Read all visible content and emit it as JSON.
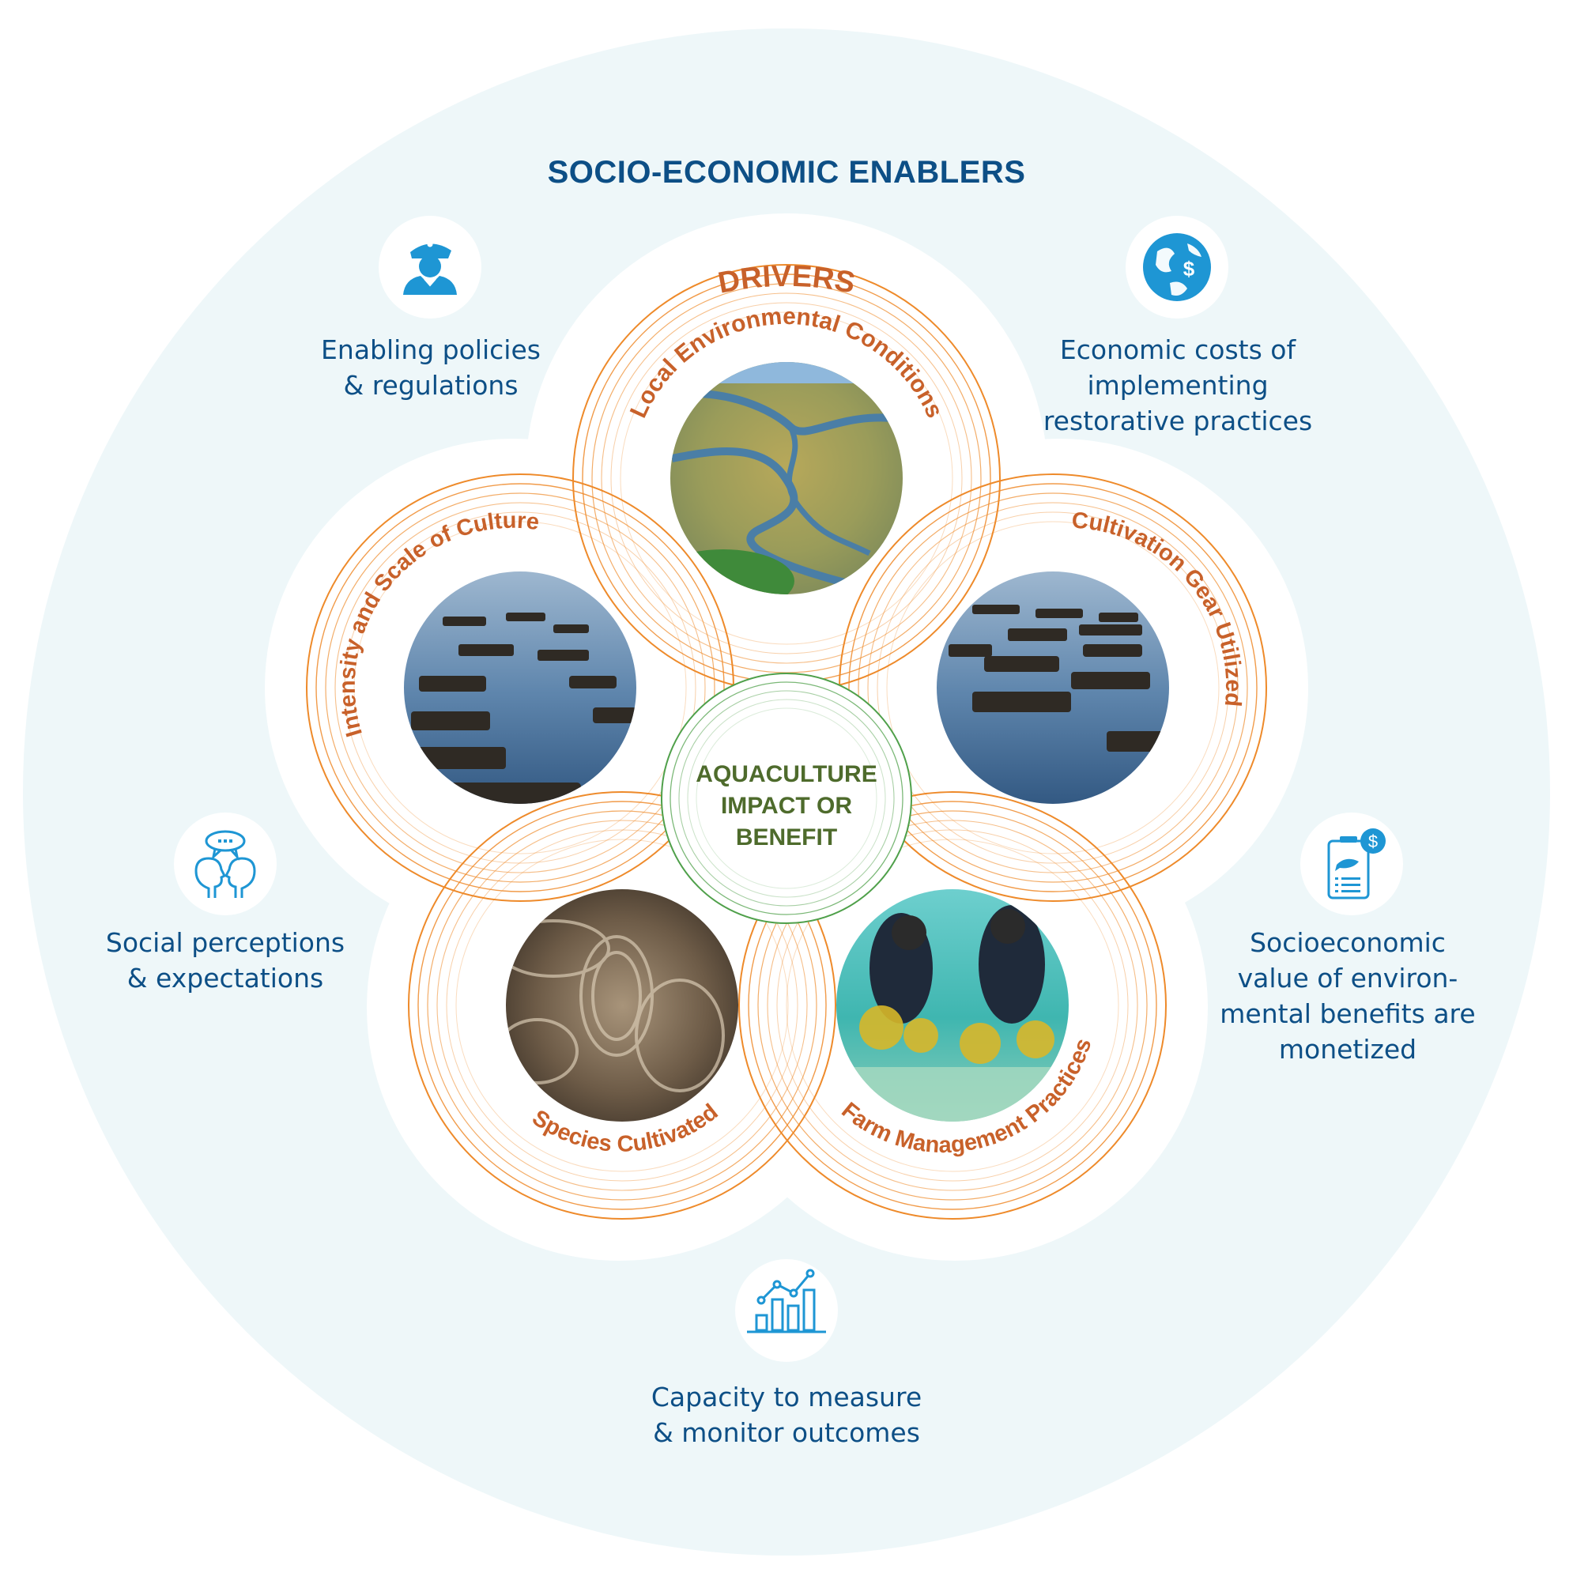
{
  "title": "SOCIO-ECONOMIC ENABLERS",
  "drivers_heading": "DRIVERS",
  "center": {
    "lines": [
      "AQUACULTURE",
      "IMPACT OR",
      "BENEFIT"
    ]
  },
  "drivers": [
    {
      "label": "Local Environmental Conditions",
      "photo": "aerial salt marsh with winding river"
    },
    {
      "label": "Intensity and Scale of Culture",
      "photo": "floating oyster bags on water"
    },
    {
      "label": "Cultivation Gear Utilized",
      "photo": "floating oyster cages on water"
    },
    {
      "label": "Species Cultivated",
      "photo": "pile of oyster shells"
    },
    {
      "label": "Farm Management Practices",
      "photo": "snorkelers tending seaweed lines"
    }
  ],
  "enablers": [
    {
      "icon": "officer-icon",
      "lines": [
        "Enabling policies",
        "& regulations"
      ]
    },
    {
      "icon": "globe-dollar-icon",
      "lines": [
        "Economic costs of",
        "implementing",
        "restorative practices"
      ]
    },
    {
      "icon": "conversation-heads-icon",
      "lines": [
        "Social perceptions",
        "& expectations"
      ]
    },
    {
      "icon": "clipboard-fish-dollar-icon",
      "lines": [
        "Socioeconomic",
        "value of environ-",
        "mental benefits are",
        "monetized"
      ]
    },
    {
      "icon": "bar-line-chart-icon",
      "lines": [
        "Capacity to measure",
        "& monitor outcomes"
      ]
    }
  ],
  "colors": {
    "outer_disc": "#EEF7F9",
    "title_blue": "#0D4F86",
    "icon_blue": "#1E96D4",
    "driver_orange": "#C8612A",
    "ring_orange": "#EE8A2A",
    "center_green": "#4E6B2C",
    "ring_green": "#4FA04A"
  }
}
